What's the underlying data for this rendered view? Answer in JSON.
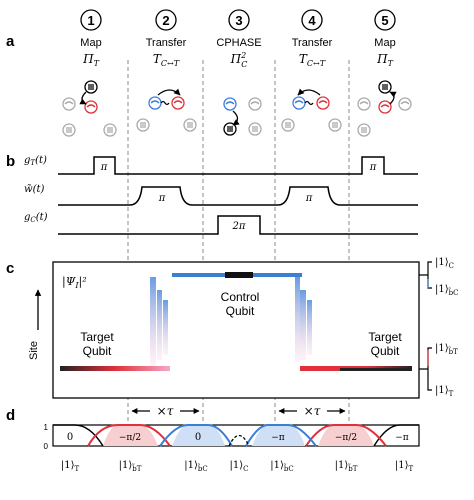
{
  "panels": [
    "a",
    "b",
    "c",
    "d"
  ],
  "steps": [
    {
      "num": "1",
      "name": "Map",
      "op": "Π",
      "op_sub": "T"
    },
    {
      "num": "2",
      "name": "Transfer",
      "op": "T",
      "op_sub": "C↔T"
    },
    {
      "num": "3",
      "name": "CPHASE",
      "op": "Π",
      "op_sub": "C",
      "op_sup": "2"
    },
    {
      "num": "4",
      "name": "Transfer",
      "op": "T",
      "op_sub": "C↔T"
    },
    {
      "num": "5",
      "name": "Map",
      "op": "Π",
      "op_sub": "T"
    }
  ],
  "pulses": [
    {
      "label": "g",
      "label_sub": "T",
      "arg": "(t)",
      "marks": [
        "π",
        "π"
      ]
    },
    {
      "label": "w̃",
      "label_sub": "",
      "arg": "(t)",
      "marks": [
        "π",
        "π"
      ]
    },
    {
      "label": "g",
      "label_sub": "C",
      "arg": "(t)",
      "marks": [
        "2π"
      ]
    }
  ],
  "panel_c": {
    "psi_label": "|Ψ",
    "psi_sub": "I",
    "psi_tail": "|²",
    "control_line1": "Control",
    "control_line2": "Qubit",
    "target_left_line1": "Target",
    "target_left_line2": "Qubit",
    "target_right_line1": "Target",
    "target_right_line2": "Qubit",
    "site_label": "Site",
    "right_labels": [
      {
        "ket": "|1⟩",
        "sub": "C"
      },
      {
        "ket": "|1⟩",
        "sub": "b̃C"
      },
      {
        "ket": "|1⟩",
        "sub": "b̃T"
      },
      {
        "ket": "|1⟩",
        "sub": "T"
      }
    ],
    "tau_label": "×τ"
  },
  "panel_d": {
    "yticks": [
      "1",
      "0"
    ],
    "phases": [
      "0",
      "−π",
      "2",
      "0",
      "−π",
      "−π",
      "2",
      "−π"
    ],
    "bottom_labels": [
      {
        "ket": "|1⟩",
        "sub": "T"
      },
      {
        "ket": "|1⟩",
        "sub": "b̃T"
      },
      {
        "ket": "|1⟩",
        "sub": "b̃C"
      },
      {
        "ket": "|1⟩",
        "sub": "C"
      },
      {
        "ket": "|1⟩",
        "sub": "b̃C"
      },
      {
        "ket": "|1⟩",
        "sub": "b̃T"
      },
      {
        "ket": "|1⟩",
        "sub": "T"
      }
    ]
  },
  "colors": {
    "red": "#e0303a",
    "blue": "#3a7fd6",
    "gray": "#9a9a9a",
    "red_fill": "#f7cfd1",
    "blue_fill": "#cfe0f6"
  }
}
